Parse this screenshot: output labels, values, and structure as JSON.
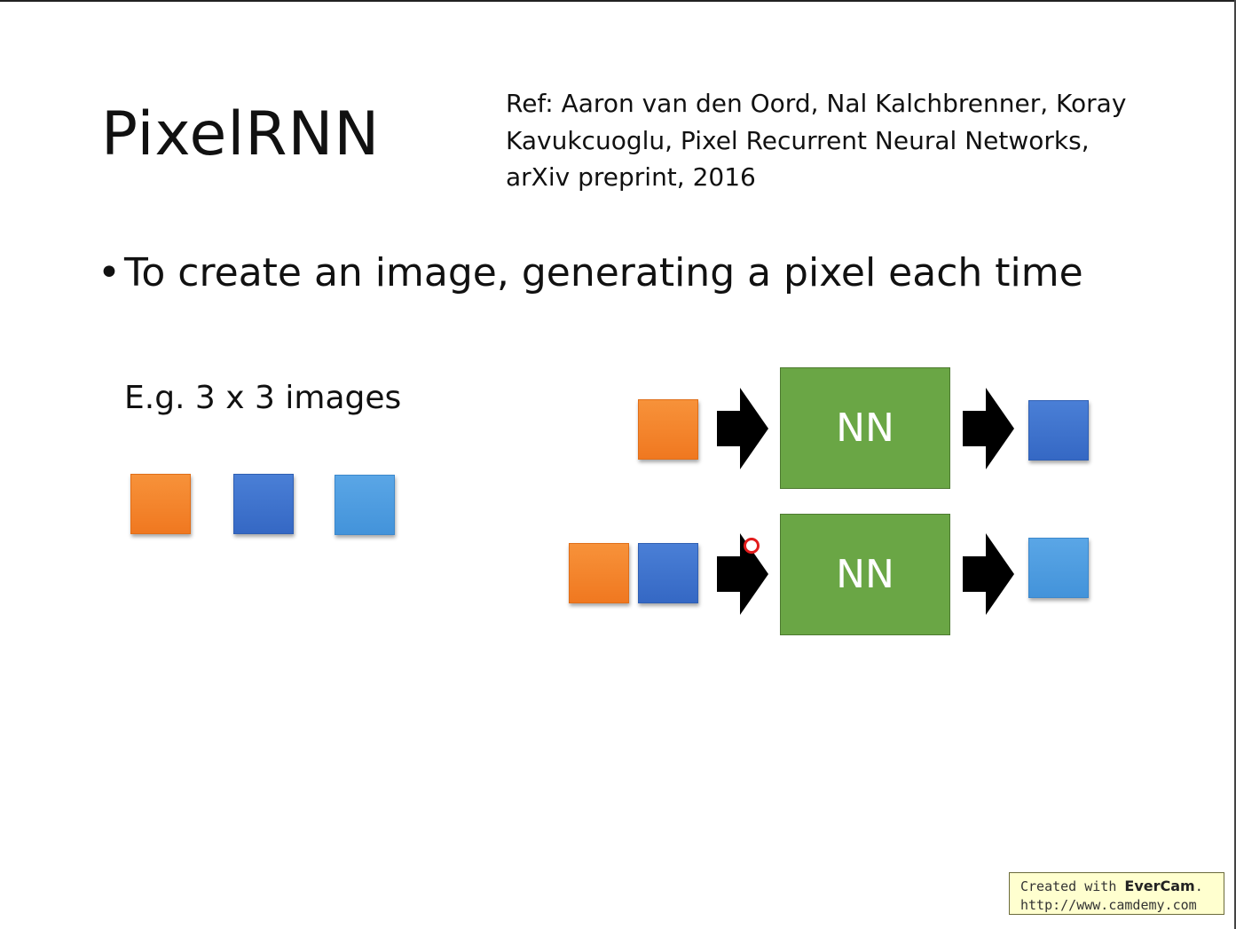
{
  "slide": {
    "title": "PixelRNN",
    "reference_lines": [
      "Ref: Aaron van den Oord, Nal Kalchbrenner, Koray",
      "Kavukcuoglu, Pixel Recurrent Neural Networks,",
      "arXiv preprint, 2016"
    ],
    "bullet": "To create an image, generating a pixel each time",
    "example_label": "E.g. 3 x 3 images",
    "nn_label_1": "NN",
    "nn_label_2": "NN"
  },
  "diagram": {
    "example_pixels": [
      "orange",
      "blue",
      "light-blue"
    ],
    "rows": [
      {
        "inputs": [
          "orange"
        ],
        "block": "NN",
        "output": "blue"
      },
      {
        "inputs": [
          "orange",
          "blue"
        ],
        "block": "NN",
        "output": "light-blue"
      }
    ],
    "colors": {
      "orange": "#f07f28",
      "blue": "#3a6fcb",
      "light-blue": "#4c9be0",
      "nn_block": "#6aa645",
      "arrow": "#000000",
      "cursor": "#e21b1b"
    }
  },
  "watermark": {
    "prefix": "Created with ",
    "brand": "EverCam",
    "suffix": ".",
    "url": "http://www.camdemy.com"
  }
}
